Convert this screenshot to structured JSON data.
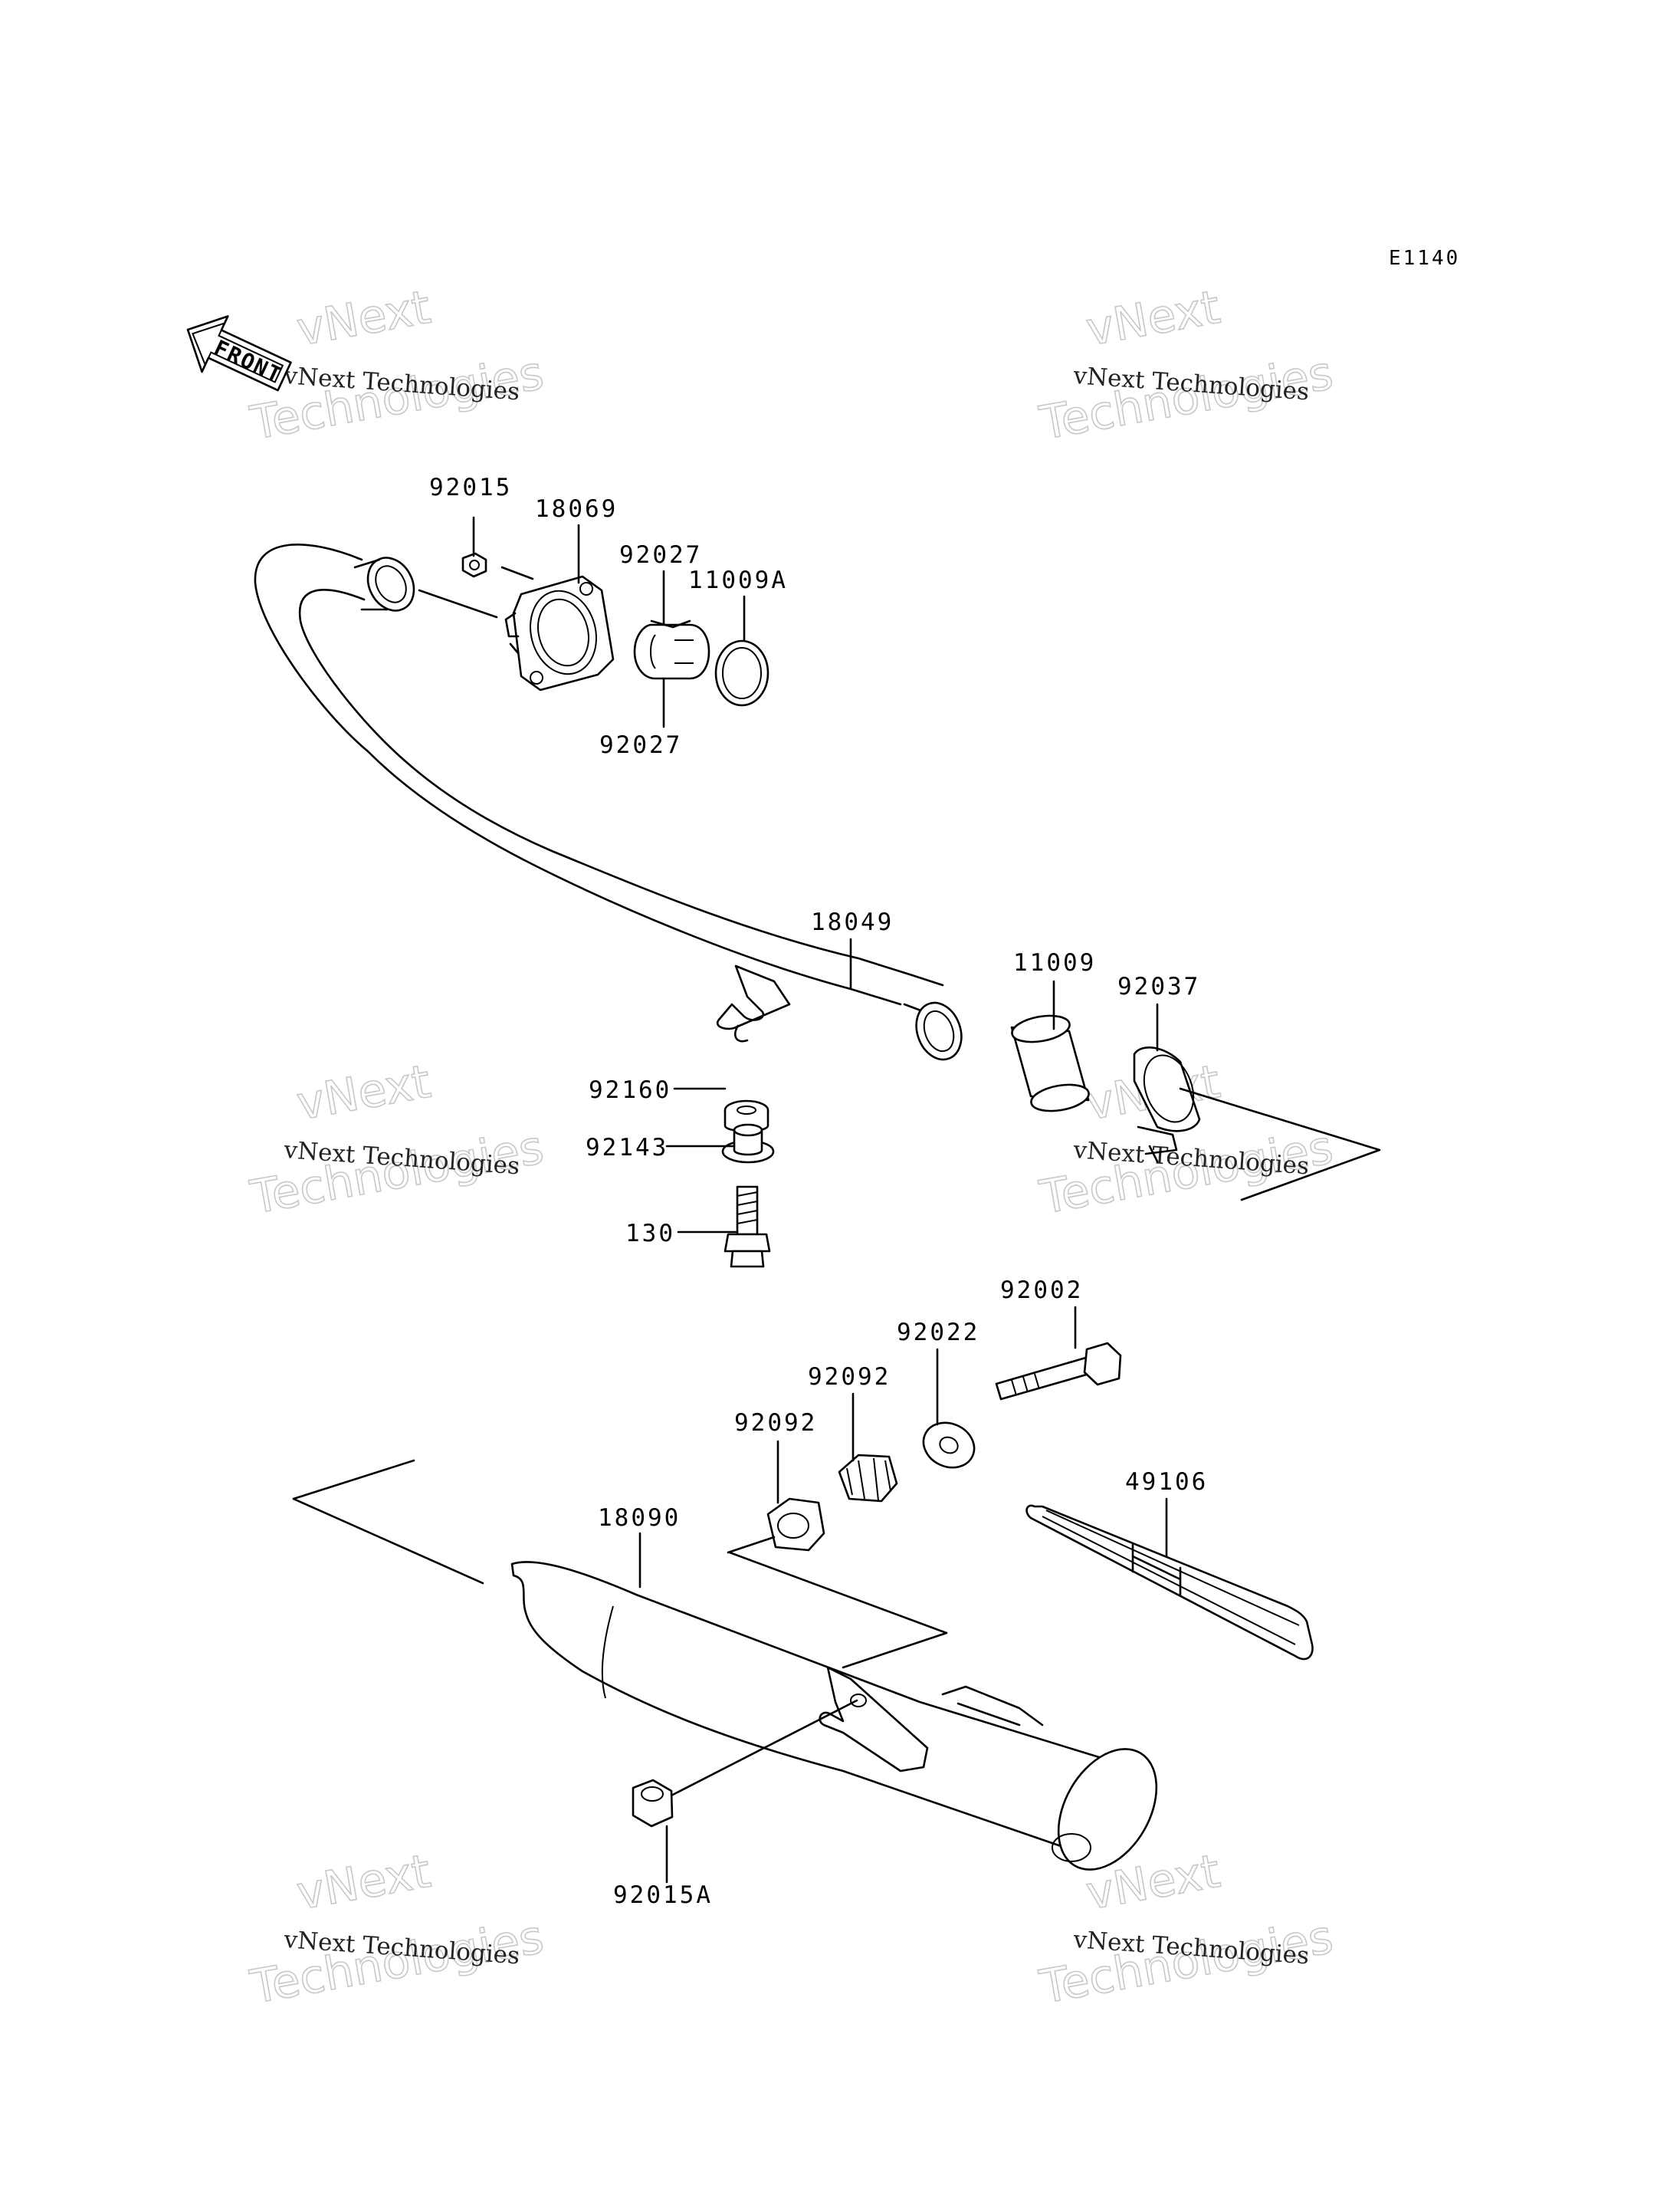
{
  "diagram_code": "E1140",
  "front_indicator": "FRONT",
  "watermark": {
    "line1": "vNext Technologies",
    "line2": "vNext",
    "line3": "Technologies"
  },
  "parts": [
    {
      "id": "p92015",
      "number": "92015"
    },
    {
      "id": "p18069",
      "number": "18069"
    },
    {
      "id": "p92027a",
      "number": "92027"
    },
    {
      "id": "p11009A",
      "number": "11009A"
    },
    {
      "id": "p92027b",
      "number": "92027"
    },
    {
      "id": "p18049",
      "number": "18049"
    },
    {
      "id": "p11009",
      "number": "11009"
    },
    {
      "id": "p92037",
      "number": "92037"
    },
    {
      "id": "p92160",
      "number": "92160"
    },
    {
      "id": "p92143",
      "number": "92143"
    },
    {
      "id": "p130",
      "number": "130"
    },
    {
      "id": "p92002",
      "number": "92002"
    },
    {
      "id": "p92022",
      "number": "92022"
    },
    {
      "id": "p92092a",
      "number": "92092"
    },
    {
      "id": "p92092b",
      "number": "92092"
    },
    {
      "id": "p49106",
      "number": "49106"
    },
    {
      "id": "p18090",
      "number": "18090"
    },
    {
      "id": "p92015A",
      "number": "92015A"
    }
  ]
}
